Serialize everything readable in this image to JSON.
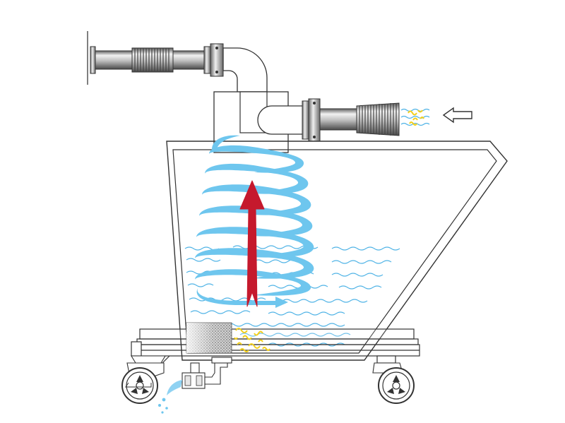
{
  "diagram": {
    "components": [
      {
        "id": "outlet-pipe",
        "icon": "flexible-hose-icon"
      },
      {
        "id": "inlet-pipe",
        "icon": "flexible-hose-icon"
      },
      {
        "id": "separator-head",
        "icon": "cyclone-head-icon"
      },
      {
        "id": "collection-tank",
        "icon": "tank-icon"
      },
      {
        "id": "filter-mesh",
        "icon": "mesh-filter-icon"
      },
      {
        "id": "drain-valve",
        "icon": "valve-icon"
      },
      {
        "id": "left-caster",
        "icon": "wheel-icon"
      },
      {
        "id": "right-caster",
        "icon": "wheel-icon"
      }
    ],
    "flows": [
      {
        "id": "inlet-flow",
        "icon": "inlet-arrow-icon",
        "direction": "left"
      },
      {
        "id": "air-outflow",
        "icon": "red-up-arrow-icon",
        "direction": "up"
      },
      {
        "id": "cyclone-vortex",
        "icon": "spiral-icon"
      }
    ],
    "colors": {
      "outline": "#3a3a3a",
      "water": "#4fb3e6",
      "vortex": "#6ec6ee",
      "air_arrow": "#c5192d",
      "chips": "#f2cf1d",
      "metal_light": "#dcdcdc",
      "metal_dark": "#7a7a7a"
    }
  }
}
